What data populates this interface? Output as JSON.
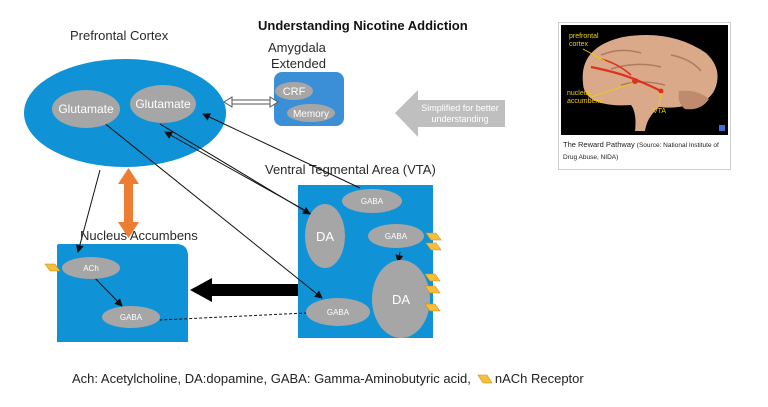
{
  "title": "Understanding Nicotine Addiction",
  "regions": {
    "prefrontal_cortex": "Prefrontal Cortex",
    "amygdala_line1": "Amygdala",
    "amygdala_line2": "Extended",
    "vta": "Ventral Tegmental Area (VTA)",
    "nucleus_accumbens": "Nucleus Accumbens"
  },
  "nodes": {
    "glutamate_1": "Glutamate",
    "glutamate_2": "Glutamate",
    "crf": "CRF",
    "memory": "Memory",
    "vta_gaba_top": "GABA",
    "vta_da_left": "DA",
    "vta_gaba_mid": "GABA",
    "vta_da_right": "DA",
    "vta_gaba_bottom": "GABA",
    "nacc_ach": "ACh",
    "nacc_gaba": "GABA"
  },
  "callout": {
    "line1": "Simplified for better",
    "line2": "understanding"
  },
  "inset": {
    "label_prefrontal_1": "prefrontal",
    "label_prefrontal_2": "cortex",
    "label_nacc_1": "nucleus",
    "label_nacc_2": "accumbens",
    "label_vta": "VTA",
    "caption": "The Reward Pathway",
    "source": "(Source: National Institute of Drug Abuse, NIDA)"
  },
  "legend": {
    "text": "Ach: Acetylcholine, DA:dopamine, GABA: Gamma-Aminobutyric acid,",
    "receptor": "nACh Receptor"
  },
  "colors": {
    "region_blue": "#0f93d6",
    "amygdala_blue": "#3a8fd6",
    "node_gray": "#a6a6a6",
    "orange_arrow": "#ed7d31",
    "receptor_yellow": "#f5bf3c",
    "callout_gray": "#bfbfbf"
  }
}
